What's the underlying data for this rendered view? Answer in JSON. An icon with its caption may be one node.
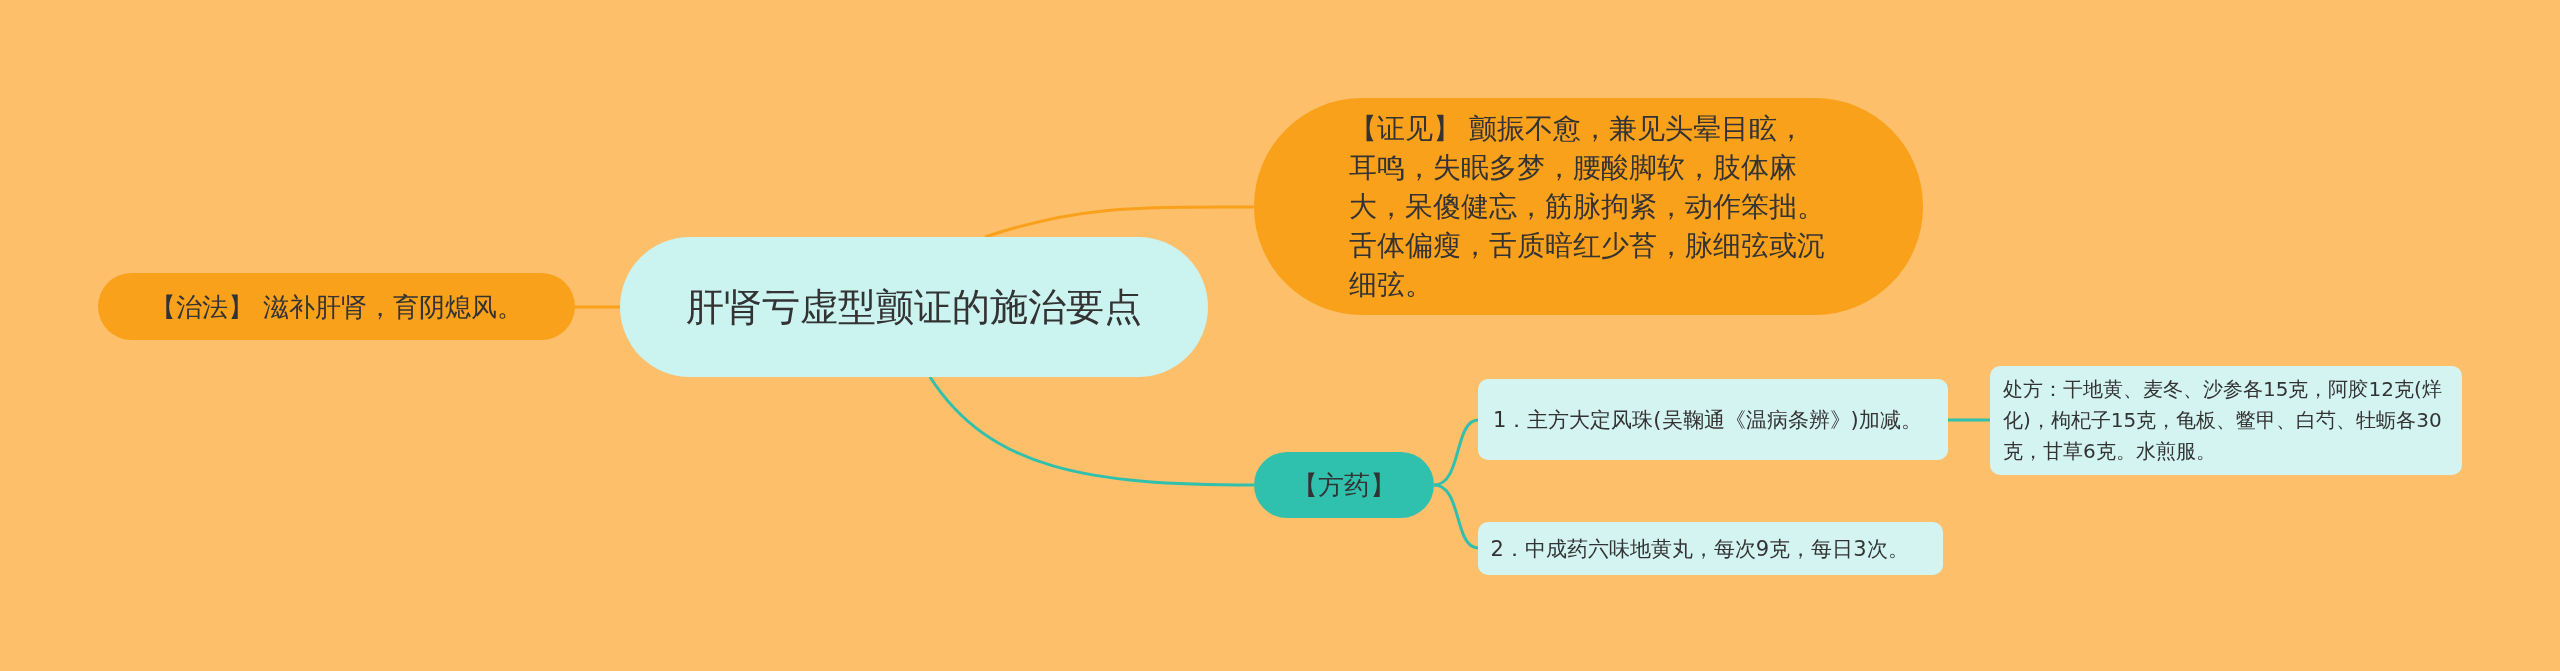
{
  "diagram": {
    "nodes": [
      {
        "text": [
          "肝肾亏虚型颤证的施治要点"
        ]
      },
      {
        "text": [
          "【治法】 滋补肝肾，育阴熄风。"
        ]
      },
      {
        "text": [
          "【证见】 颤振不愈，兼见头晕目眩，耳鸣，失眠多梦，腰酸脚软，肢体麻大，呆傻健忘，筋脉拘紧，动作笨拙。舌体偏瘦，舌质暗红少苔，脉细弦或沉细弦。"
        ]
      },
      {
        "text": [
          "【方药】"
        ]
      },
      {
        "text": [
          "1．主方大定风珠(吴鞠通《温病条辨》)加减。"
        ]
      },
      {
        "text": [
          "处方：干地黄、麦冬、沙参各15克，阿胶12克(烊化)，枸杞子15克，龟板、鳖甲、白芍、牡蛎各30克，甘草6克。水煎服。"
        ]
      },
      {
        "text": [
          "2．中成药六味地黄丸，每次9克，每日3次。"
        ]
      }
    ],
    "edges": [
      {
        "from": 0,
        "to": 1,
        "arrow": "none",
        "color": "#f9a11b"
      },
      {
        "from": 0,
        "to": 2,
        "arrow": "none",
        "color": "#f9a11b"
      },
      {
        "from": 0,
        "to": 3,
        "arrow": "none"
      },
      {
        "from": 3,
        "to": 4,
        "arrow": "none"
      },
      {
        "from": 3,
        "to": 6,
        "arrow": "none"
      },
      {
        "from": 4,
        "to": 5,
        "arrow": "none"
      }
    ]
  }
}
